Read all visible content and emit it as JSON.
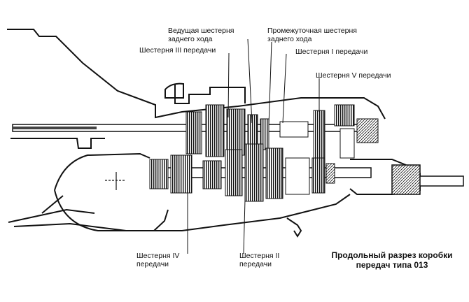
{
  "labels": {
    "reverse_drive_gear": "Ведущая шестерня\nзаднего хода",
    "reverse_idler_gear": "Промежуточная шестерня\nзаднего хода",
    "gear_3": "Шестерня III передачи",
    "gear_1": "Шестерня I передачи",
    "gear_5": "Шестерня V передачи",
    "gear_4": "Шестерня IV\nпередачи",
    "gear_2": "Шестерня II\nпередачи"
  },
  "caption": "Продольный разрез коробки\nпередач типа 013",
  "colors": {
    "ink": "#111111",
    "paper": "#ffffff",
    "shade": "#4a4a4a"
  }
}
